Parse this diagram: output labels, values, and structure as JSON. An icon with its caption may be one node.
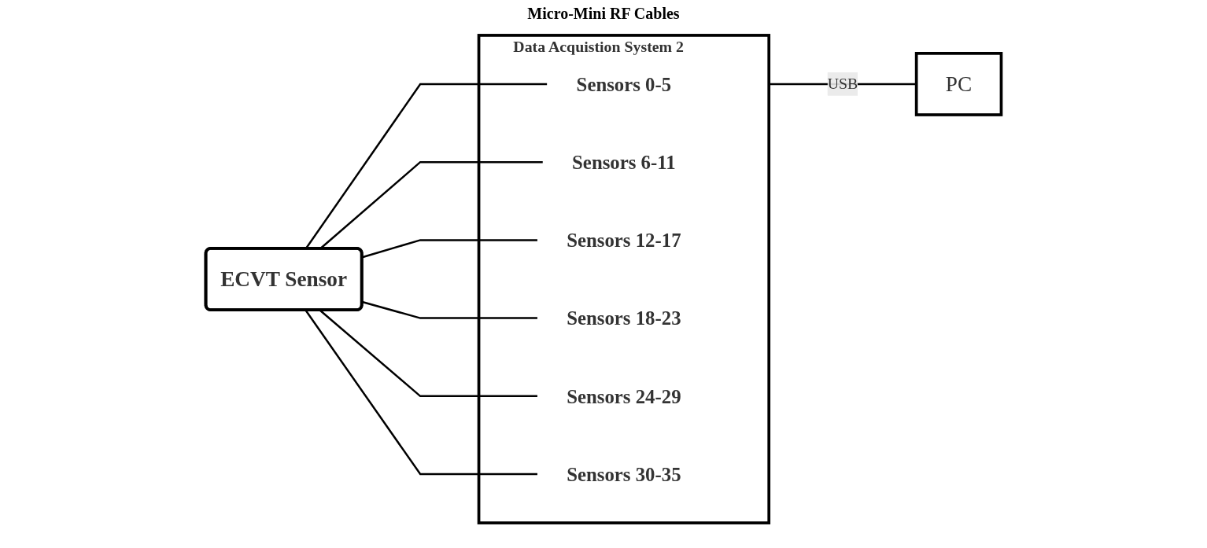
{
  "diagram": {
    "nodes": [
      {
        "text": [
          "ECVT Sensor"
        ]
      },
      {
        "text": [
          "Data Acquistion System 2"
        ]
      },
      {
        "text": [
          "Sensors 0-5"
        ],
        "in": 1
      },
      {
        "text": [
          "Sensors 6-11"
        ],
        "in": 1
      },
      {
        "text": [
          "Sensors 12-17"
        ],
        "in": 1
      },
      {
        "text": [
          "Sensors 18-23"
        ],
        "in": 1
      },
      {
        "text": [
          "Sensors 24-29"
        ],
        "in": 1
      },
      {
        "text": [
          "Sensors 30-35"
        ],
        "in": 1
      },
      {
        "text": [
          "PC"
        ]
      }
    ],
    "edges": [
      {
        "from": 0,
        "to": 2,
        "arrow": "none"
      },
      {
        "from": 0,
        "to": 3,
        "arrow": "none"
      },
      {
        "from": 0,
        "to": 4,
        "arrow": "none"
      },
      {
        "from": 0,
        "to": 5,
        "arrow": "none"
      },
      {
        "from": 0,
        "to": 6,
        "arrow": "none"
      },
      {
        "from": 0,
        "to": 7,
        "arrow": "none"
      },
      {
        "from": 1,
        "to": 8,
        "label": "USB",
        "arrow": "none"
      }
    ],
    "labels": [
      "Micro-Mini RF Cables"
    ]
  }
}
